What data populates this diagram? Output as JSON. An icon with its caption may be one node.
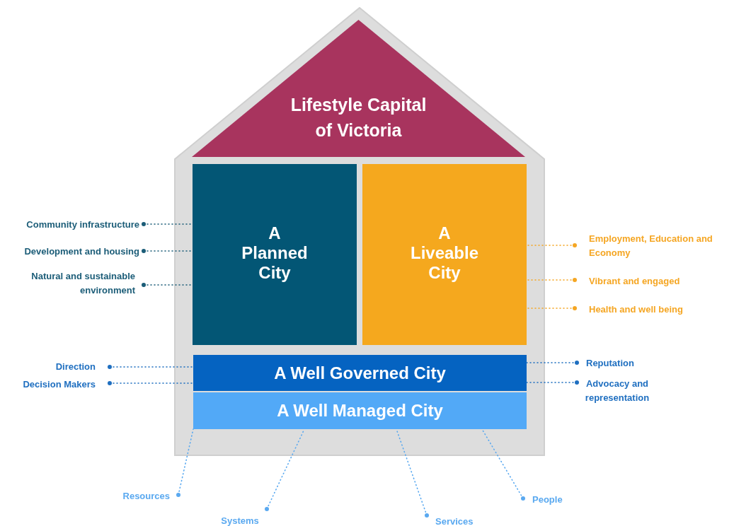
{
  "diagram": {
    "nodes": [
      {
        "text": [],
        "shape": "box"
      },
      {
        "text": [
          "Lifestyle Capital of Victoria"
        ],
        "in": 0
      },
      {
        "text": [
          "A Planned City"
        ],
        "in": 0
      },
      {
        "text": [
          "A Liveable City"
        ],
        "in": 0
      },
      {
        "text": [
          "A Well Governed City"
        ],
        "in": 0
      },
      {
        "text": [
          "A Well Managed City"
        ],
        "in": 0
      },
      {
        "text": [
          "Community infrastructure"
        ]
      },
      {
        "text": [
          "Development and housing"
        ]
      },
      {
        "text": [
          "Natural and sustainable environment"
        ]
      },
      {
        "text": [
          "Employment, Education and Economy"
        ]
      },
      {
        "text": [
          "Vibrant and engaged"
        ]
      },
      {
        "text": [
          "Health and well being"
        ]
      },
      {
        "text": [
          "Direction"
        ]
      },
      {
        "text": [
          "Decision Makers"
        ]
      },
      {
        "text": [
          "Reputation"
        ]
      },
      {
        "text": [
          "Advocacy and representation"
        ]
      },
      {
        "text": [
          "Resources"
        ]
      },
      {
        "text": [
          "Systems"
        ]
      },
      {
        "text": [
          "Services"
        ]
      },
      {
        "text": [
          "People"
        ]
      }
    ],
    "edges": [
      {
        "from": 6,
        "to": 2,
        "arrow": "other",
        "style": "dashed",
        "color": "#1c5d78"
      },
      {
        "from": 7,
        "to": 2,
        "arrow": "other",
        "style": "dashed",
        "color": "#1c5d78"
      },
      {
        "from": 8,
        "to": 2,
        "arrow": "other",
        "style": "dashed",
        "color": "#1c5d78"
      },
      {
        "from": 9,
        "to": 3,
        "arrow": "other",
        "style": "dashed",
        "color": "#f5a623"
      },
      {
        "from": 10,
        "to": 3,
        "arrow": "other",
        "style": "dashed",
        "color": "#f5a623"
      },
      {
        "from": 11,
        "to": 3,
        "arrow": "other",
        "style": "dashed",
        "color": "#f5a623"
      },
      {
        "from": 12,
        "to": 4,
        "arrow": "other",
        "style": "dashed",
        "color": "#1f6fc0"
      },
      {
        "from": 13,
        "to": 4,
        "arrow": "other",
        "style": "dashed",
        "color": "#1f6fc0"
      },
      {
        "from": 14,
        "to": 4,
        "arrow": "other",
        "style": "dashed",
        "color": "#1f6fc0"
      },
      {
        "from": 15,
        "to": 4,
        "arrow": "other",
        "style": "dashed",
        "color": "#1f6fc0"
      },
      {
        "from": 16,
        "to": 5,
        "arrow": "other",
        "style": "dashed",
        "color": "#5aa9f0"
      },
      {
        "from": 17,
        "to": 5,
        "arrow": "other",
        "style": "dashed",
        "color": "#5aa9f0"
      },
      {
        "from": 18,
        "to": 5,
        "arrow": "other",
        "style": "dashed",
        "color": "#5aa9f0"
      },
      {
        "from": 19,
        "to": 5,
        "arrow": "other",
        "style": "dashed",
        "color": "#5aa9f0"
      }
    ]
  }
}
